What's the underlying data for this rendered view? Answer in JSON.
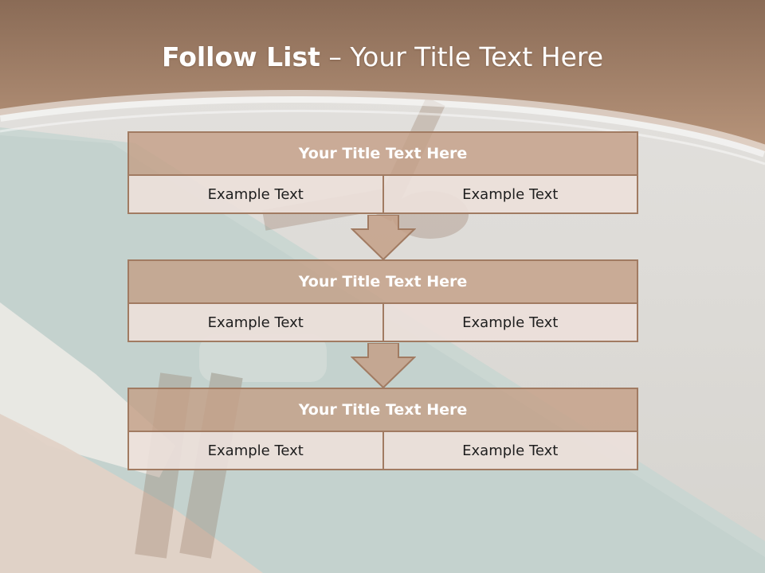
{
  "title": {
    "bold": "Follow List",
    "rest": " – Your Title Text Here"
  },
  "colors": {
    "header_band": "#a98268",
    "block_header_fill": "#c4a087",
    "block_border": "#a17b62",
    "cell_fill": "#ece0da"
  },
  "blocks": [
    {
      "title": "Your Title Text Here",
      "left": "Example Text",
      "right": "Example Text"
    },
    {
      "title": "Your Title Text Here",
      "left": "Example Text",
      "right": "Example Text"
    },
    {
      "title": "Your Title Text Here",
      "left": "Example Text",
      "right": "Example Text"
    }
  ]
}
